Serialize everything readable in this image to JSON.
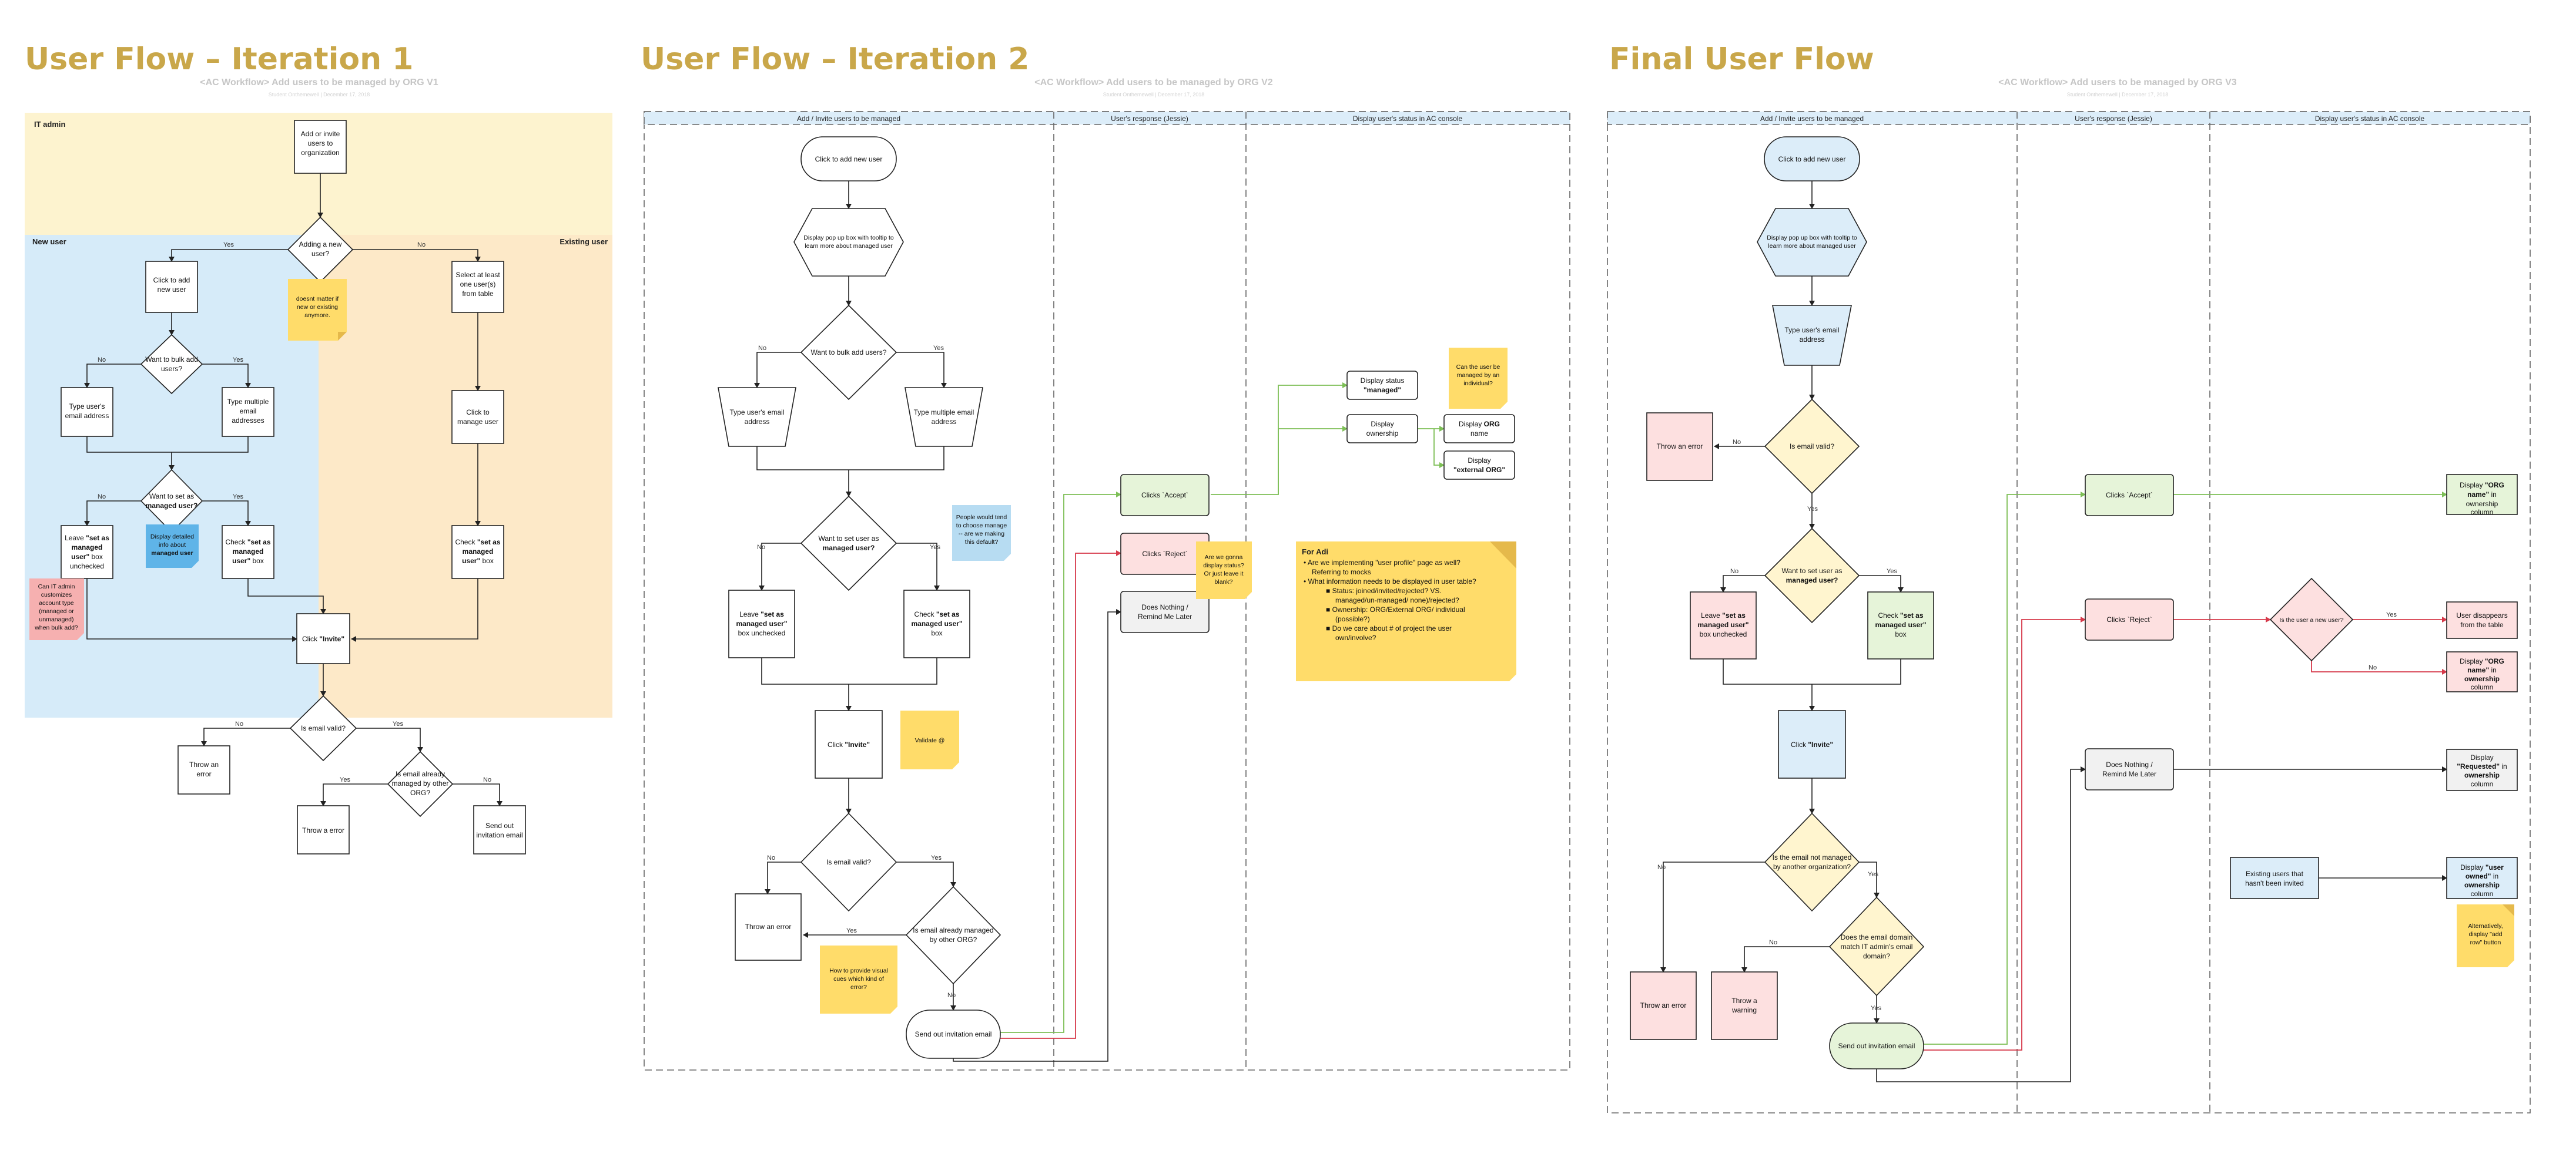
{
  "titles": {
    "v1": "User Flow – Iteration 1",
    "v2": "User Flow – Iteration 2",
    "v3": "Final User Flow"
  },
  "subtitles": {
    "v1": "<AC Workflow> Add users to be managed by ORG  V1",
    "v2": "<AC Workflow> Add users to be managed by ORG  V2",
    "v3": "<AC Workflow> Add users to be managed by ORG  V3"
  },
  "authorline": "Student Onthemewell  |  December 17, 2018",
  "lanes": [
    "Add / Invite users to be managed",
    "User's response (Jessie)",
    "Display user's status in AC console"
  ],
  "v1": {
    "regions": {
      "it_admin": "IT admin",
      "new_user": "New user",
      "existing_user": "Existing user"
    },
    "nodes": [
      {
        "id": "start",
        "text": "Add or invite users to organization"
      },
      {
        "id": "adding_new",
        "text": "Adding a new user?"
      },
      {
        "id": "click_add",
        "text": "Click to add new user"
      },
      {
        "id": "select_existing",
        "text": "Select at least one user(s) from table"
      },
      {
        "id": "bulk",
        "text": "Want to bulk add users?"
      },
      {
        "id": "type_email",
        "text": "Type user's email address"
      },
      {
        "id": "type_multi",
        "text": "Type multiple email addresses"
      },
      {
        "id": "click_manage",
        "text": "Click to manage user"
      },
      {
        "id": "set_managed",
        "text": "Want to set as managed user?"
      },
      {
        "id": "leave_unchecked",
        "text": "Leave \"set as managed user\" box unchecked"
      },
      {
        "id": "check_box",
        "text": "Check \"set as managed user\" box"
      },
      {
        "id": "check_box_existing",
        "text": "Check \"set as managed user\" box"
      },
      {
        "id": "click_invite",
        "text": "Click \"Invite\""
      },
      {
        "id": "email_valid",
        "text": "Is email valid?"
      },
      {
        "id": "error1",
        "text": "Throw an error"
      },
      {
        "id": "already_managed",
        "text": "Is email already managed by other ORG?"
      },
      {
        "id": "error2",
        "text": "Throw a error"
      },
      {
        "id": "send_invite",
        "text": "Send out invitation email"
      }
    ],
    "notes": [
      {
        "id": "doesnt_matter",
        "text": "doesnt matter if new or existing anymore."
      },
      {
        "id": "display_detailed",
        "text": "Display detailed info about managed user"
      },
      {
        "id": "can_it_admin",
        "text": "Can IT admin customizes account type (managed or unmanaged) when bulk add?"
      }
    ],
    "labels": {
      "yes": "Yes",
      "no": "No"
    }
  },
  "v2": {
    "nodes": [
      {
        "id": "click_add",
        "text": "Click to add new user"
      },
      {
        "id": "popup",
        "text": "Display pop up box with tooltip to learn more about managed user"
      },
      {
        "id": "bulk",
        "text": "Want to bulk add users?"
      },
      {
        "id": "type_email",
        "text": "Type user's email address"
      },
      {
        "id": "type_multi",
        "text": "Type multiple email address"
      },
      {
        "id": "set_managed",
        "text": "Want to set user as managed user?"
      },
      {
        "id": "leave_unchecked",
        "text": "Leave \"set as managed user\" box unchecked"
      },
      {
        "id": "check_box",
        "text": "Check \"set as managed user\" box"
      },
      {
        "id": "click_invite",
        "text": "Click \"Invite\""
      },
      {
        "id": "email_valid",
        "text": "Is email valid?"
      },
      {
        "id": "error",
        "text": "Throw an error"
      },
      {
        "id": "already_managed",
        "text": "Is email already managed by other ORG?"
      },
      {
        "id": "send_invite",
        "text": "Send out invitation email"
      },
      {
        "id": "accept",
        "text": "Clicks `Accept`"
      },
      {
        "id": "reject",
        "text": "Clicks `Reject`"
      },
      {
        "id": "nothing",
        "text": "Does Nothing / Remind Me Later"
      },
      {
        "id": "status_managed",
        "text": "Display status \"managed\""
      },
      {
        "id": "display_ownership",
        "text": "Display ownership"
      },
      {
        "id": "display_org",
        "text": "Display ORG name"
      },
      {
        "id": "display_external",
        "text": "Display \"external ORG\""
      }
    ],
    "notes": [
      {
        "id": "people_tend",
        "text": "People would tend to choose manage -- are we making this default?"
      },
      {
        "id": "validate",
        "text": "Validate @"
      },
      {
        "id": "visual_cues",
        "text": "How to provide visual cues which kind of error?"
      },
      {
        "id": "gonna_display",
        "text": "Are we gonna display status? Or just leave it blank?"
      },
      {
        "id": "can_user",
        "text": "Can the user be managed by an individual?"
      }
    ],
    "for_adi": {
      "title": "For Adi",
      "bullets": [
        "Are we implementing \"user profile\" page as well? Referring to mocks",
        "What information needs to be displayed in user table?"
      ],
      "sub_bullets": [
        "Status: joined/invited/rejected? VS. managed/un-managed/ none)/rejected?",
        "Ownership: ORG/External ORG/ individual (possible?)",
        "Do we care about # of project the user own/involve?"
      ]
    }
  },
  "v3": {
    "nodes": [
      {
        "id": "click_add",
        "text": "Click to add new user"
      },
      {
        "id": "popup",
        "text": "Display pop up box with tooltip to learn more about managed user"
      },
      {
        "id": "type_email",
        "text": "Type user's email address"
      },
      {
        "id": "email_valid",
        "text": "Is email valid?"
      },
      {
        "id": "error_top",
        "text": "Throw an error"
      },
      {
        "id": "set_managed",
        "text": "Want to set user as managed user?"
      },
      {
        "id": "leave_unchecked",
        "text": "Leave \"set as managed user\" box unchecked"
      },
      {
        "id": "check_box",
        "text": "Check \"set as managed user\" box"
      },
      {
        "id": "click_invite",
        "text": "Click \"Invite\""
      },
      {
        "id": "not_managed",
        "text": "Is the email not managed by another organization?"
      },
      {
        "id": "domain_match",
        "text": "Does the email domain match IT admin's email domain?"
      },
      {
        "id": "error",
        "text": "Throw an error"
      },
      {
        "id": "warning",
        "text": "Throw a warning"
      },
      {
        "id": "send_invite",
        "text": "Send out invitation email"
      },
      {
        "id": "accept",
        "text": "Clicks `Accept`"
      },
      {
        "id": "reject",
        "text": "Clicks `Reject`"
      },
      {
        "id": "nothing",
        "text": "Does Nothing / Remind Me Later"
      },
      {
        "id": "new_user_q",
        "text": "Is the user a new user?"
      },
      {
        "id": "org_owned",
        "text": "Display \"ORG name\" in ownership column"
      },
      {
        "id": "disappears",
        "text": "User disappears from the table"
      },
      {
        "id": "org_owned2",
        "text": "Display \"ORG name\" in ownership column"
      },
      {
        "id": "requested",
        "text": "Display \"Requested\" in ownership column"
      },
      {
        "id": "existing_invited",
        "text": "Existing users that hasn't been invited"
      },
      {
        "id": "user_owned",
        "text": "Display \"user owned\" in ownership column"
      }
    ],
    "notes": [
      {
        "id": "alternatively",
        "text": "Alternatively, display \"add row\" button"
      }
    ]
  },
  "colors": {
    "title": "#c9a74a",
    "note_yellow": "#ffdc6a",
    "note_blue": "#b7dcf2",
    "note_red": "#f6b0b0",
    "bg_admin": "#fdf3cf",
    "bg_new_user": "#d6ebf9",
    "bg_existing": "#fde9c8",
    "fill_blue": "#dcedf9",
    "fill_yellow": "#fff5cf",
    "fill_pink": "#fde0e0",
    "fill_green": "#e6f4d9",
    "fill_grey": "#f1f1f1",
    "edge_green": "#7dbf56",
    "edge_red": "#d6394a"
  }
}
